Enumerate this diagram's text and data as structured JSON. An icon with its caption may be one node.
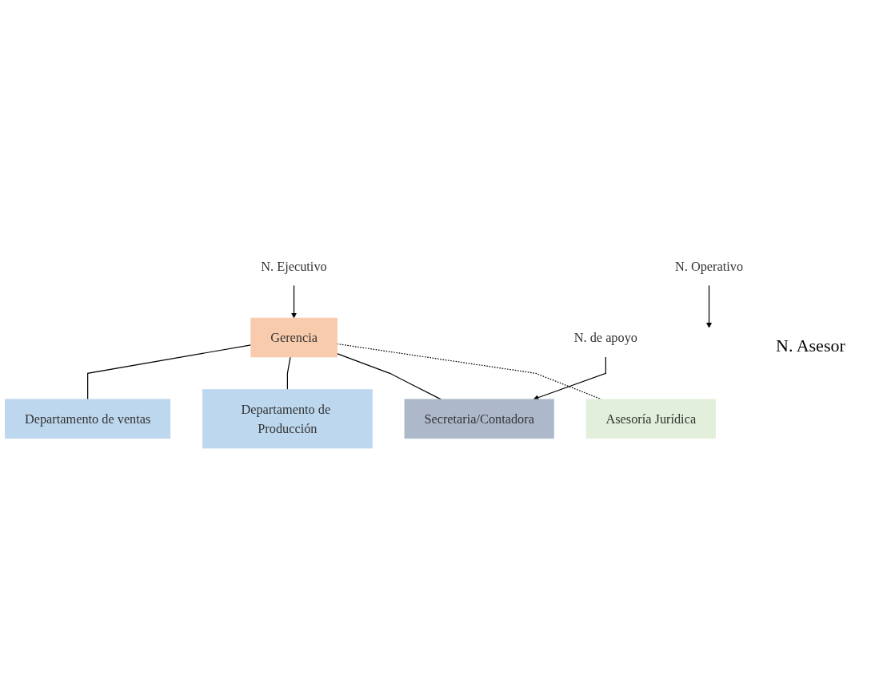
{
  "diagram": {
    "nodes": [
      {
        "text": [
          "N. Ejecutivo"
        ]
      },
      {
        "text": [
          "Gerencia"
        ]
      },
      {
        "text": [
          "N. de apoyo"
        ]
      },
      {
        "text": [
          "Asesoría Jurídica"
        ]
      },
      {
        "text": [
          "Secretaria/Contadora"
        ]
      },
      {
        "text": [
          "N. Operativo"
        ]
      },
      {
        "text": [
          "Departamento de Producción"
        ]
      },
      {
        "text": [
          "Departamento de ventas"
        ]
      }
    ],
    "edges": [
      {
        "from": 0,
        "to": 1,
        "arrow": "to"
      },
      {
        "from": 1,
        "to": 3,
        "arrow": "none",
        "style": "dashed"
      },
      {
        "from": 1,
        "to": 4,
        "arrow": "none"
      },
      {
        "from": 1,
        "to": 6,
        "arrow": "none"
      },
      {
        "from": 1,
        "to": 7,
        "arrow": "none"
      },
      {
        "from": 2,
        "to": 4,
        "arrow": "to"
      },
      {
        "from": 5,
        "to": null,
        "arrow": "to"
      }
    ],
    "labels": [
      "N. Asesor"
    ]
  }
}
